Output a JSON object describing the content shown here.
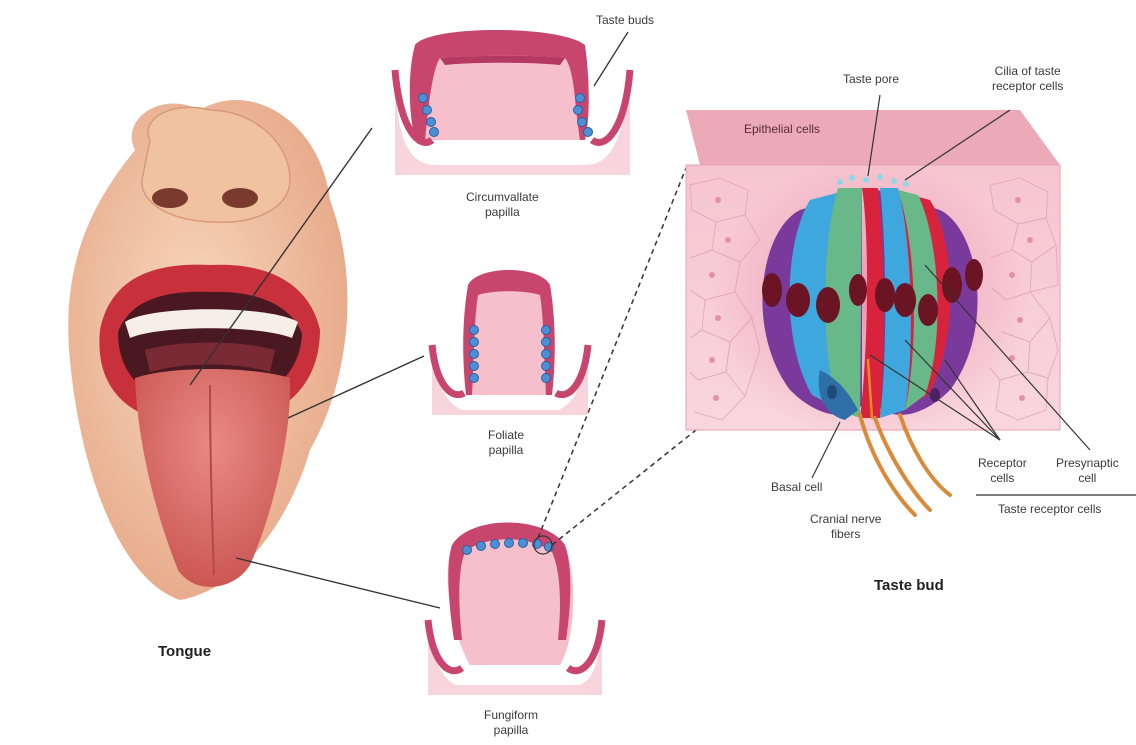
{
  "labels": {
    "tongue": "Tongue",
    "taste_buds": "Taste buds",
    "circumvallate": [
      "Circumvallate",
      "papilla"
    ],
    "foliate": [
      "Foliate",
      "papilla"
    ],
    "fungiform": [
      "Fungiform",
      "papilla"
    ],
    "taste_pore": "Taste pore",
    "cilia": [
      "Cilia of taste",
      "receptor cells"
    ],
    "epithelial": "Epithelial cells",
    "basal": "Basal cell",
    "cranial": [
      "Cranial nerve",
      "fibers"
    ],
    "receptor": [
      "Receptor",
      "cells"
    ],
    "presynaptic": [
      "Presynaptic",
      "cell"
    ],
    "taste_receptor_cells": "Taste receptor cells",
    "taste_bud": "Taste bud"
  },
  "colors": {
    "tissue": "#f3b9c6",
    "tissue_dark": "#c8466e",
    "skin": "#f4c6a4",
    "lip": "#c8303c",
    "tongue": "#d9706c",
    "bud_blue": "#4d8fd6",
    "cell_blue": "#3ea7de",
    "cell_green": "#69b88a",
    "cell_red": "#d8233c",
    "cell_purple": "#7a3a9c",
    "nucleus": "#6a1424",
    "nerve": "#d98a3a"
  }
}
